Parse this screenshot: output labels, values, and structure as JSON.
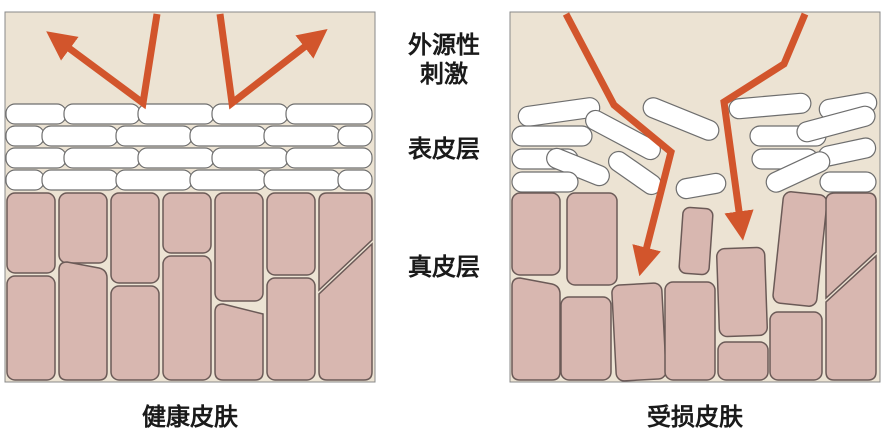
{
  "labels": {
    "stimulus_line1": "外源性",
    "stimulus_line2": "刺激",
    "epidermis": "表皮层",
    "dermis": "真皮层"
  },
  "captions": {
    "healthy": "健康皮肤",
    "damaged": "受损皮肤"
  },
  "colors": {
    "background_beige": "#ece3d3",
    "cell_pink": "#d8b7b0",
    "cell_outline": "#6b5a57",
    "epidermis_white": "#ffffff",
    "arrow_orange": "#d2552c"
  }
}
